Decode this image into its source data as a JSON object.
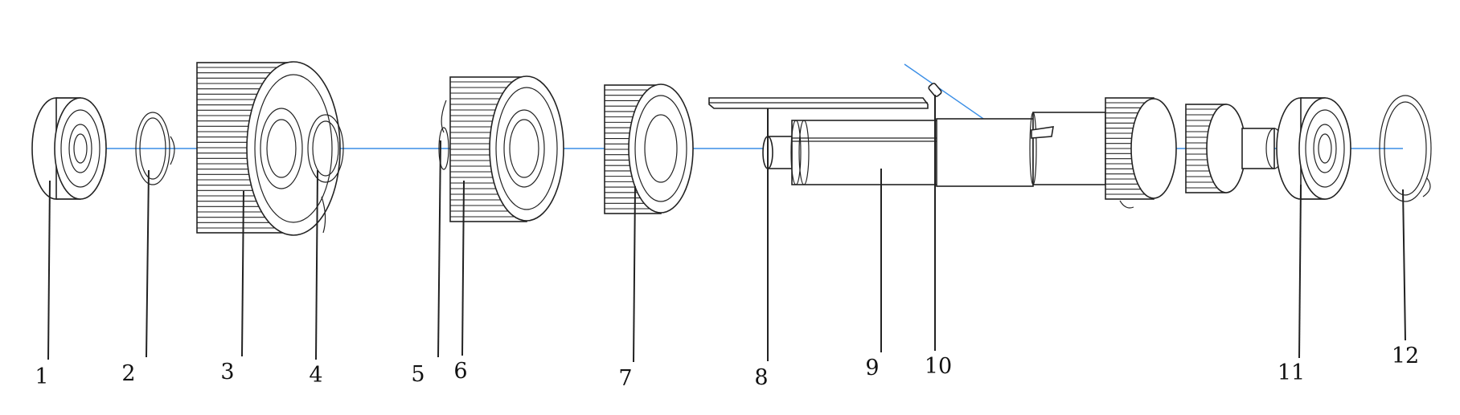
{
  "diagram": {
    "colors": {
      "axis": "#3a8ee6",
      "teeth_highlight": "#3a8ee6",
      "line": "#222222",
      "background": "#ffffff"
    },
    "parts": [
      {
        "number": "1",
        "shape": "bearing"
      },
      {
        "number": "2",
        "shape": "snap-ring"
      },
      {
        "number": "3",
        "shape": "large-gear"
      },
      {
        "number": "4",
        "shape": "snap-ring"
      },
      {
        "number": "5",
        "shape": "thrust-washer"
      },
      {
        "number": "6",
        "shape": "gear"
      },
      {
        "number": "7",
        "shape": "gear"
      },
      {
        "number": "8",
        "shape": "key-bar"
      },
      {
        "number": "9",
        "shape": "shaft"
      },
      {
        "number": "10",
        "shape": "key-pin"
      },
      {
        "number": "11",
        "shape": "bearing"
      },
      {
        "number": "12",
        "shape": "snap-ring"
      }
    ]
  }
}
